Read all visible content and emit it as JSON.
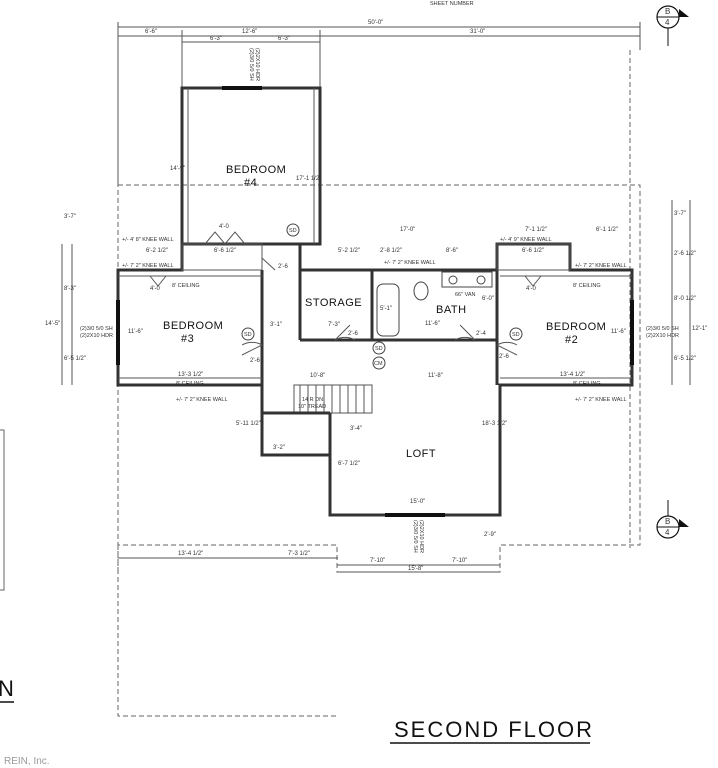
{
  "sheet": {
    "sheet_number_label": "SHEET NUMBER",
    "section_markers": [
      {
        "letter": "B",
        "number": "4"
      },
      {
        "letter": "B",
        "number": "4"
      }
    ],
    "title": "SECOND FLOOR",
    "left_title_fragment": "N",
    "watermark": "REIN, Inc."
  },
  "rooms": {
    "bedroom4": {
      "name": "BEDROOM",
      "number": "#4"
    },
    "bedroom3": {
      "name": "BEDROOM",
      "number": "#3"
    },
    "bedroom2": {
      "name": "BEDROOM",
      "number": "#2"
    },
    "storage": "STORAGE",
    "bath": "BATH",
    "loft": "LOFT"
  },
  "symbols": {
    "smoke": "SD",
    "co_monitor": "CM"
  },
  "dimensions": {
    "top_overall": "50'-0\"",
    "top_left": "6'-6\"",
    "top_mid": "12'-6\"",
    "top_right": "31'-0\"",
    "b4_left": "6'-3\"",
    "b4_right": "6'-3\"",
    "b4_depth": "14'-9\"",
    "b4_depth_right": "17'-1 1/2\"",
    "right_17": "17'-0\"",
    "right_7": "7'-1 1/2\"",
    "right_6": "6'-1 1/2\"",
    "stor_w": "5'-2 1/2\"",
    "stor_w2": "2'-8 1/2\"",
    "bath_w": "8'-6\"",
    "b3_top": "6'-2 1/2\"",
    "b3_top2": "6'-6 1/2\"",
    "b2_top": "6'-6 1/2\"",
    "b3_w": "13'-3 1/2\"",
    "b2_w": "13'-4 1/2\"",
    "b3_h": "11'-6\"",
    "b2_h": "11'-6\"",
    "left_14": "14'-5\"",
    "left_8": "8'-3\"",
    "left_6": "6'-5 1/2\"",
    "left_3": "3'-7\"",
    "right_11": "12'-1\"",
    "right_8": "8'-0 1/2\"",
    "right_6b": "6'-5 1/2\"",
    "right_3": "3'-7\"",
    "right_2": "2'-6 1/2\"",
    "hall_10": "10'-8\"",
    "hall_11": "11'-8\"",
    "bath_11": "11'-6\"",
    "stair_3": "3'-4\"",
    "stair_3b": "3'-2\"",
    "stair_5": "5'-11 1/2\"",
    "loft_15": "15'-0\"",
    "loft_18": "18'-3 1/2\"",
    "loft_6": "6'-7 1/2\"",
    "loft_2": "2'-9\"",
    "bottom_13": "13'-4 1/2\"",
    "bottom_7": "7'-3 1/2\"",
    "bottom_7a": "7'-10\"",
    "bottom_7b": "7'-10\"",
    "bottom_15": "15'-8\"",
    "door_26a": "2'-6",
    "door_26b": "2'-6",
    "door_26c": "2'-6",
    "door_26d": "2'-6",
    "door_24": "2'-4",
    "door_40a": "4'-0",
    "door_40b": "4'-0",
    "door_40c": "4'-0",
    "stor_d": "7'-3\"",
    "stor_h": "3'-1\"",
    "bath_small": "5'-1\"",
    "bath_d": "6'-0\""
  },
  "notes": {
    "knee_wall_4": "+/- 4' 8\" KNEE WALL",
    "knee_wall_4b": "+/- 4' 9\" KNEE WALL",
    "knee_wall_7a": "+/- 7' 2\" KNEE WALL",
    "knee_wall_7b": "+/- 7' 2\" KNEE WALL",
    "knee_wall_7c": "+/- 7' 2\" KNEE WALL",
    "knee_wall_7d": "+/- 7' 2\" KNEE WALL",
    "knee_wall_7e": "+/- 7' 2\" KNEE WALL",
    "ceiling_a": "8' CEILING",
    "ceiling_b": "8' CEILING",
    "ceiling_c": "8' CEILING",
    "ceiling_d": "8' CEILING",
    "vanity": "66\" VAN",
    "stair": "14 R DN",
    "stair2": "10\" TREAD",
    "win_left_1": "(2)3/0 5/0 SH",
    "win_left_2": "(2)2X10 HDR",
    "win_right_1": "(2)3/0 5/0 SH",
    "win_right_2": "(2)2X10 HDR",
    "win_top_1": "(2)3/0 5/0 SH",
    "win_top_2": "(2)2X10 HDR",
    "win_bot_1": "(2)3/0 5/0 SH",
    "win_bot_2": "(2)2X10 HDR"
  }
}
